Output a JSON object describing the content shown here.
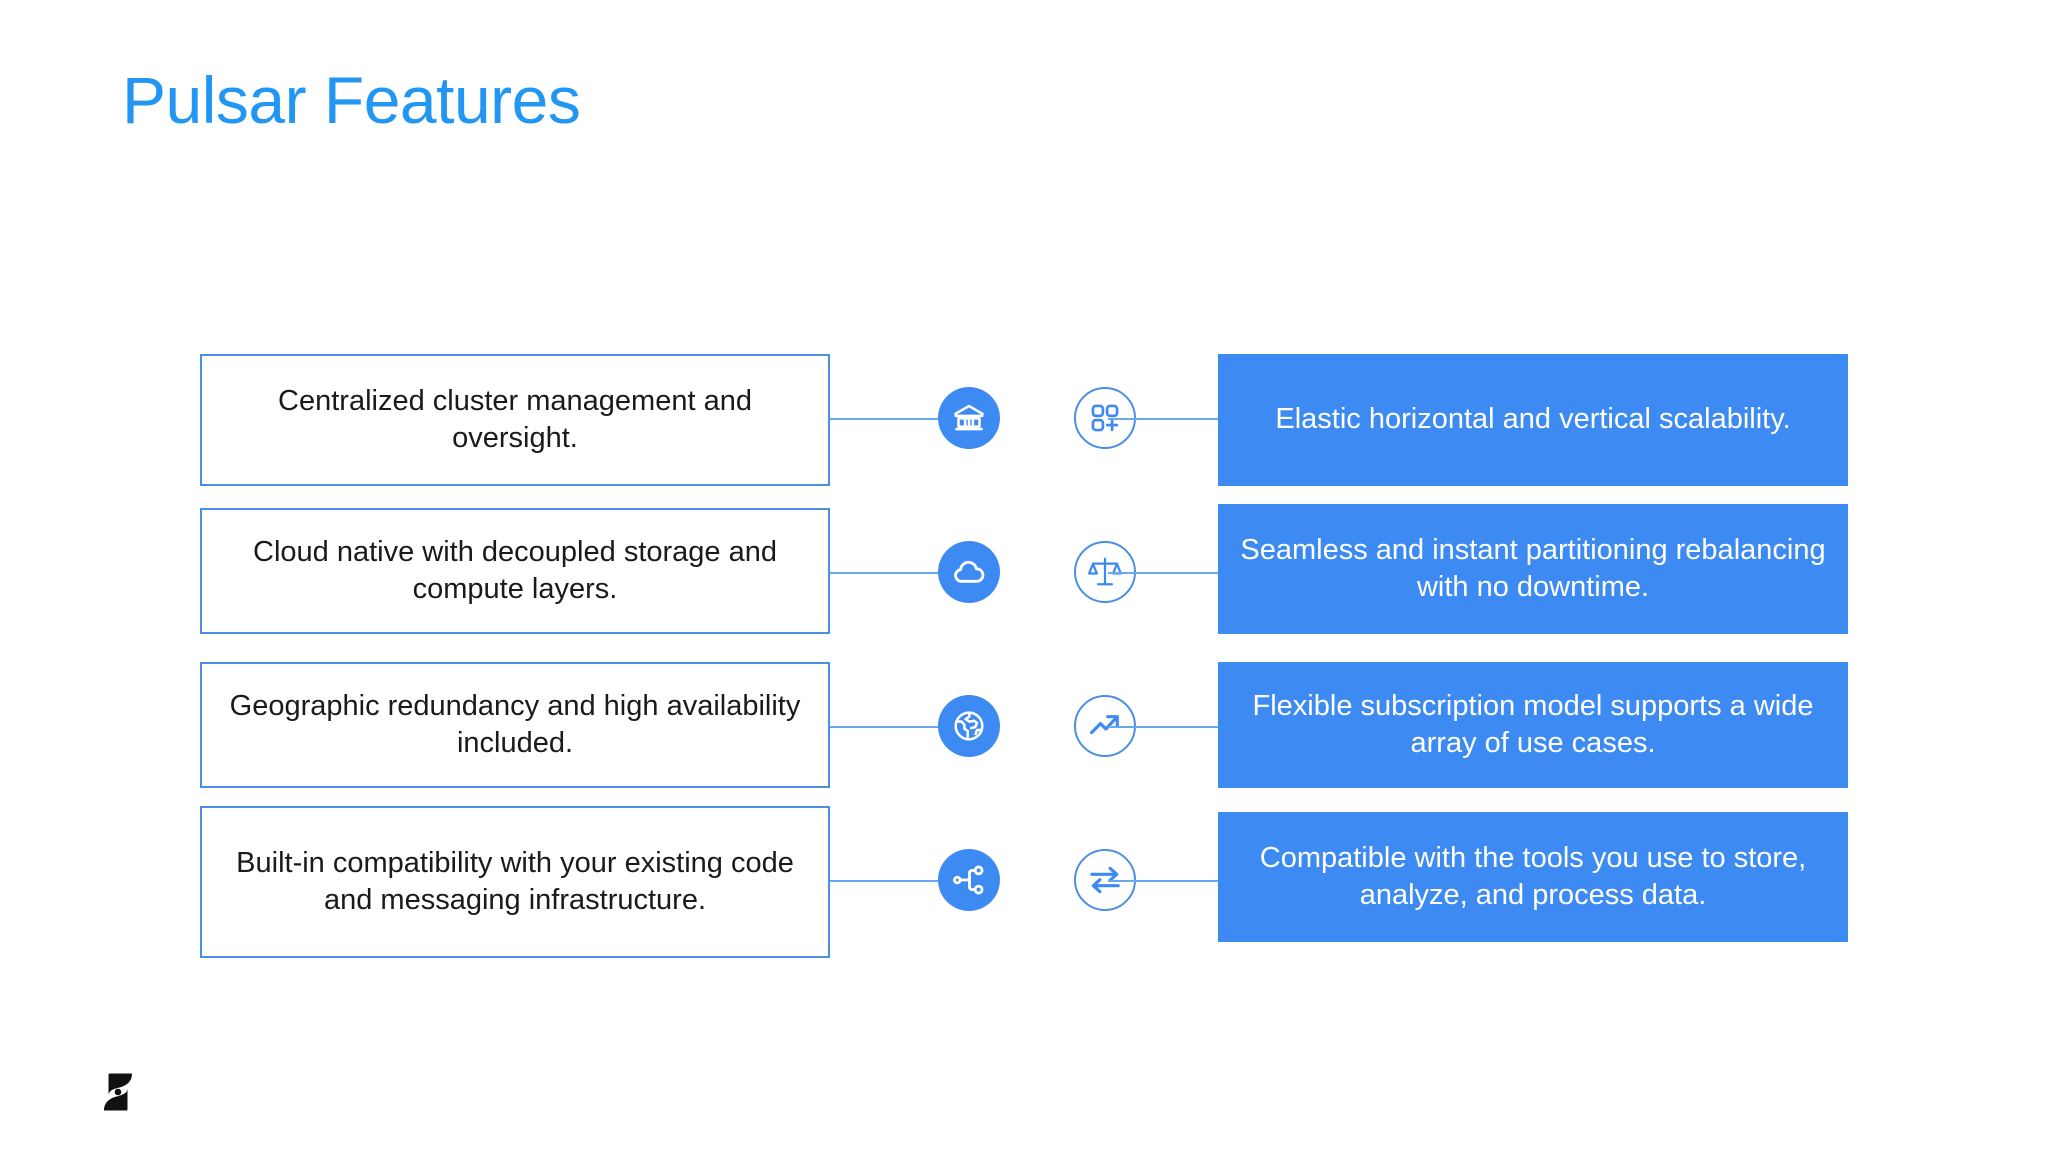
{
  "slide": {
    "title": "Pulsar Features",
    "title_color": "#2196f3",
    "background_color": "#ffffff"
  },
  "theme": {
    "accent_blue": "#3d8bf2",
    "border_blue": "#4a90e2",
    "connector_blue": "#6aa9ee",
    "left_box_bg": "#ffffff",
    "left_box_text": "#1a1a1a",
    "right_box_bg": "#3d8bf2",
    "right_box_text": "#ffffff",
    "logo_color": "#111111"
  },
  "features": {
    "left_column": [
      {
        "text": "Centralized cluster management and oversight.",
        "icon": "bank-icon",
        "icon_style": "filled"
      },
      {
        "text": "Cloud native with decoupled storage and compute layers.",
        "icon": "cloud-icon",
        "icon_style": "filled"
      },
      {
        "text": "Geographic redundancy and high availability included.",
        "icon": "globe-icon",
        "icon_style": "filled"
      },
      {
        "text": "Built-in compatibility with your existing code and messaging infrastructure.",
        "icon": "network-nodes-icon",
        "icon_style": "filled"
      }
    ],
    "right_column": [
      {
        "text": "Elastic horizontal and vertical scalability.",
        "icon": "add-module-icon",
        "icon_style": "outlined"
      },
      {
        "text": "Seamless and instant partitioning rebalancing with no downtime.",
        "icon": "balance-scales-icon",
        "icon_style": "outlined"
      },
      {
        "text": "Flexible subscription model supports a wide array of use cases.",
        "icon": "trending-up-icon",
        "icon_style": "outlined"
      },
      {
        "text": "Compatible with the tools you use to store, analyze, and process data.",
        "icon": "exchange-arrows-icon",
        "icon_style": "outlined"
      }
    ]
  },
  "footer": {
    "logo": "streamnative-s-logo"
  }
}
